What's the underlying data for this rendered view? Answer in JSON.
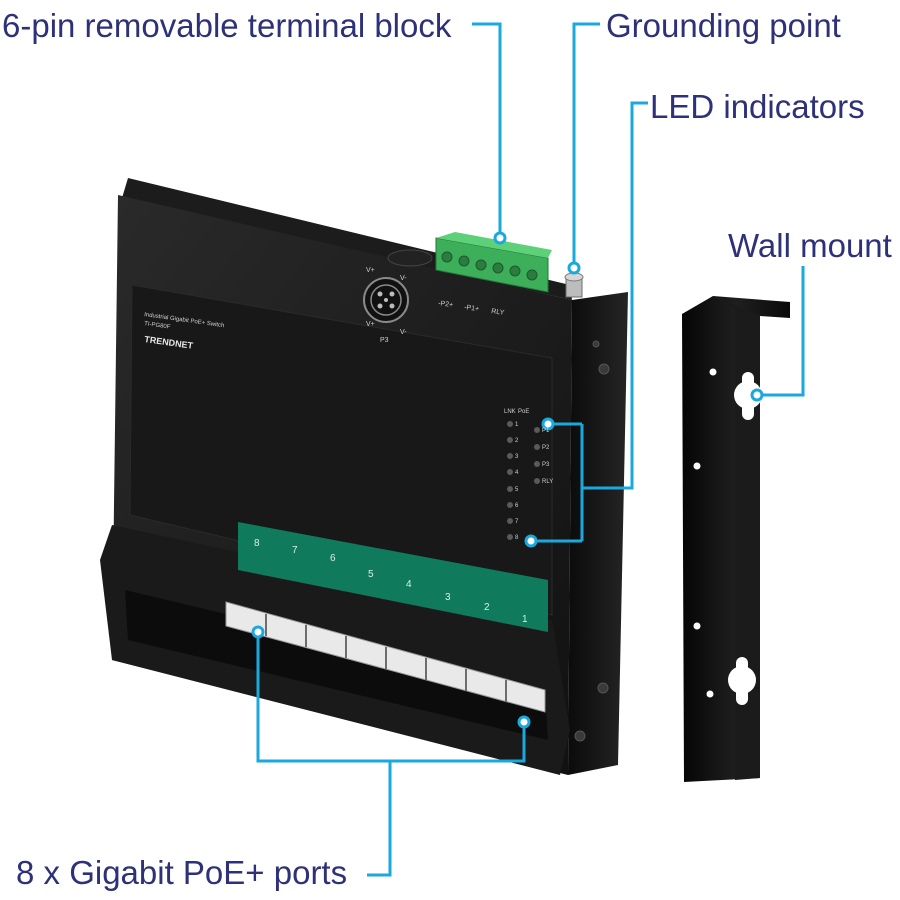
{
  "callouts": {
    "terminal_block": "6-pin removable terminal block",
    "grounding_point": "Grounding point",
    "led_indicators": "LED indicators",
    "wall_mount": "Wall mount",
    "poe_ports": "8 x Gigabit PoE+ ports"
  },
  "device": {
    "title_line1": "Industrial Gigabit PoE+ Switch",
    "title_line2": "TI-PG80F",
    "brand": "TRENDNET",
    "power_connector": "P3",
    "power_pin_vplus": "V+",
    "power_pin_vminus": "V-",
    "terminal_labels": [
      "-P2+",
      "-P1+",
      "RLY"
    ],
    "led_headers": [
      "LNK",
      "PoE"
    ],
    "led_ports": [
      "1",
      "2",
      "3",
      "4",
      "5",
      "6",
      "7",
      "8"
    ],
    "led_status": [
      "P1",
      "P2",
      "P3",
      "RLY"
    ],
    "port_numbers": [
      "8",
      "7",
      "6",
      "5",
      "4",
      "3",
      "2",
      "1"
    ]
  },
  "colors": {
    "callout_text": "#2e3178",
    "callout_line": "#1aa8dd",
    "device_body": "#151515",
    "port_strip": "#0f7a5c",
    "terminal_block": "#3daf5a"
  }
}
